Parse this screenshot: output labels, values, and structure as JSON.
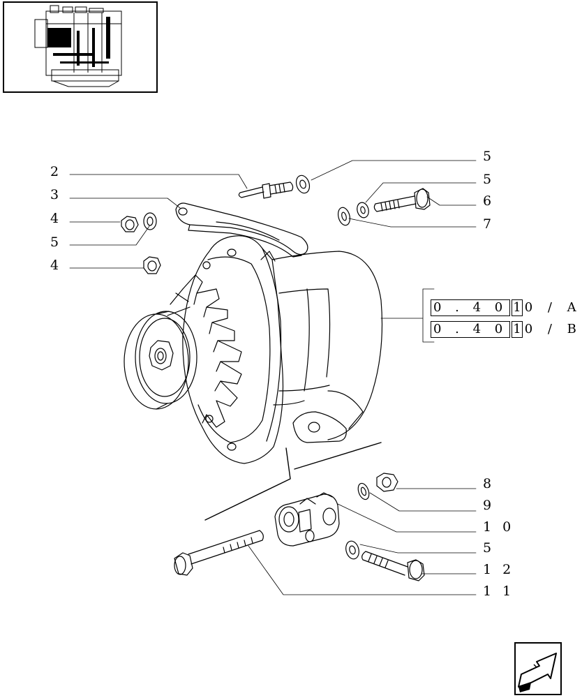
{
  "callouts": {
    "c1": "2",
    "c2": "3",
    "c3": "4",
    "c4": "5",
    "c5": "4",
    "c6": "5",
    "c7": "5",
    "c8": "6",
    "c9": "7",
    "c10": "8",
    "c11": "9",
    "c12": "1 0",
    "c13": "5",
    "c14": "1 2",
    "c15": "1 1"
  },
  "references": [
    {
      "prefix": "0 . 4 0",
      "mid": "1",
      "suffix": "0 / A"
    },
    {
      "prefix": "0 . 4 0",
      "mid": "1",
      "suffix": "0 / B"
    }
  ],
  "colors": {
    "line": "#000000",
    "background": "#ffffff",
    "thumb_highlight": "#000000"
  },
  "icons": {
    "navigation": "arrow-back-icon",
    "thumbnail": "engine-thumbnail-icon"
  }
}
